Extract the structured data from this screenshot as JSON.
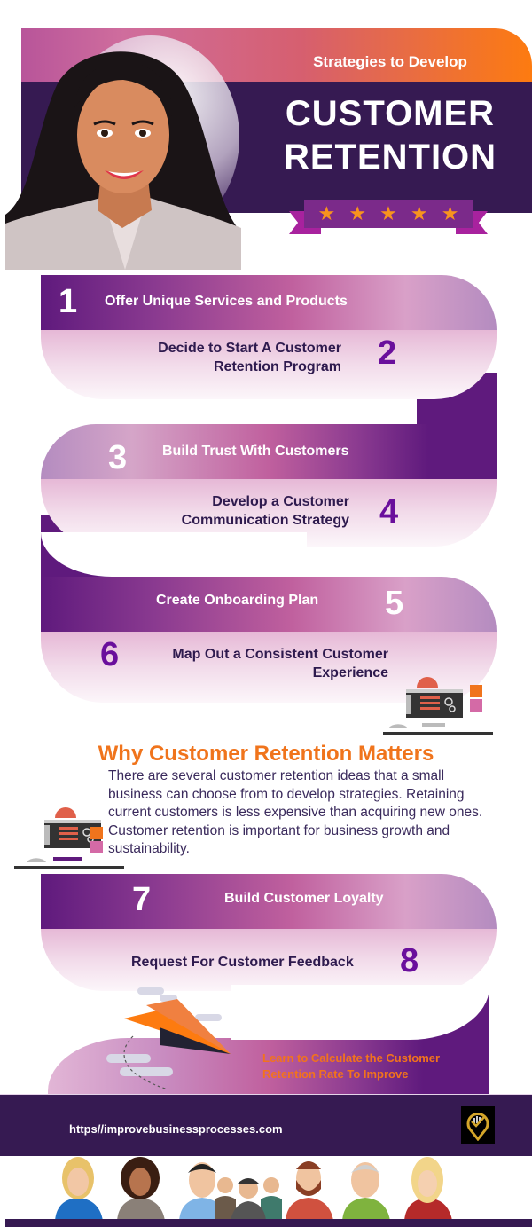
{
  "header": {
    "subtitle": "Strategies to Develop",
    "title_line1": "CUSTOMER",
    "title_line2": "RETENTION",
    "stars": [
      "★",
      "★",
      "★",
      "★",
      "★"
    ],
    "rating_count": 5
  },
  "steps": [
    {
      "number": "1",
      "label": "Offer Unique Services and Products"
    },
    {
      "number": "2",
      "label_line1": "Decide to Start A Customer",
      "label_line2": "Retention Program"
    },
    {
      "number": "3",
      "label": "Build Trust With Customers"
    },
    {
      "number": "4",
      "label_line1": "Develop a Customer",
      "label_line2": "Communication  Strategy"
    },
    {
      "number": "5",
      "label": "Create Onboarding Plan"
    },
    {
      "number": "6",
      "label_line1": "Map Out a Consistent Customer",
      "label_line2": "Experience"
    },
    {
      "number": "7",
      "label": "Build Customer Loyalty"
    },
    {
      "number": "8",
      "label": "Request For Customer Feedback"
    }
  ],
  "why": {
    "title": "Why Customer Retention Matters",
    "body": "There are several customer retention ideas that a small business can choose from to develop strategies. Retaining current customers is less expensive than acquiring new ones. Customer retention is important for business growth and sustainability."
  },
  "cta": {
    "line1": "Learn to Calculate the Customer",
    "line2": "Retention Rate To Improve"
  },
  "footer": {
    "url": "https//improvebusinessprocesses.com"
  },
  "colors": {
    "dark_purple": "#361a52",
    "purple": "#5f1a7d",
    "accent_orange": "#f0741c",
    "number_purple": "#6a0f9c",
    "star": "#f7931e"
  }
}
